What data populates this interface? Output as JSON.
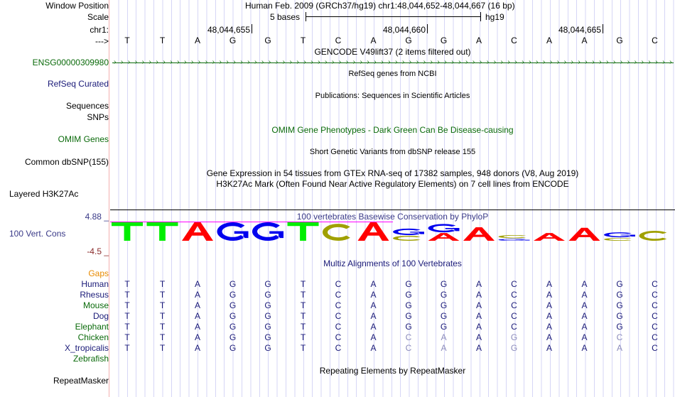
{
  "labels": {
    "window_position": "Window Position",
    "scale": "Scale",
    "chrom": "chr1:",
    "strand": "--->",
    "gene": "ENSG00000309980",
    "refseq": "RefSeq Curated",
    "sequences": "Sequences",
    "snps": "SNPs",
    "omim": "OMIM Genes",
    "dbsnp": "Common dbSNP(155)",
    "h3k27ac": "Layered H3K27Ac",
    "cons": "100 Vert. Cons",
    "cons_max": "4.88 _",
    "cons_min": "-4.5 _",
    "gaps": "Gaps",
    "repeatmasker": "RepeatMasker"
  },
  "header": {
    "position": "Human Feb. 2009 (GRCh37/hg19)   chr1:48,044,652-48,044,667 (16 bp)",
    "scale_text": "5 bases",
    "assembly": "hg19",
    "ticks": [
      "48,044,655",
      "48,044,660",
      "48,044,665"
    ]
  },
  "sequence": [
    "T",
    "T",
    "A",
    "G",
    "G",
    "T",
    "C",
    "A",
    "G",
    "G",
    "A",
    "C",
    "A",
    "A",
    "G",
    "C"
  ],
  "tracks": {
    "gencode": "GENCODE V49lift37 (2 items filtered out)",
    "refseq_genes": "RefSeq genes from NCBI",
    "publications": "Publications: Sequences in Scientific Articles",
    "omim_pheno": "OMIM Gene Phenotypes - Dark Green Can Be Disease-causing",
    "dbsnp": "Short Genetic Variants from dbSNP release 155",
    "gtex": "Gene Expression in 54 tissues from GTEx RNA-seq of 17382 samples, 948 donors (V8, Aug 2019)",
    "h3k27ac": "H3K27Ac Mark (Often Found Near Active Regulatory Elements) on 7 cell lines from ENCODE",
    "phylop": "100 vertebrates Basewise Conservation by PhyloP",
    "multiz": "Multiz Alignments of 100 Vertebrates",
    "repeats": "Repeating Elements by RepeatMasker"
  },
  "conservation_logo": [
    [
      [
        "T",
        1.0
      ]
    ],
    [
      [
        "T",
        1.0
      ]
    ],
    [
      [
        "A",
        1.0
      ]
    ],
    [
      [
        "G",
        1.0
      ]
    ],
    [
      [
        "G",
        1.0
      ]
    ],
    [
      [
        "T",
        1.0
      ]
    ],
    [
      [
        "C",
        0.92
      ]
    ],
    [
      [
        "A",
        1.0
      ]
    ],
    [
      [
        "C",
        0.27
      ],
      [
        "G",
        0.35
      ]
    ],
    [
      [
        "A",
        0.42
      ],
      [
        "G",
        0.45
      ]
    ],
    [
      [
        "A",
        0.73
      ]
    ],
    [
      [
        "G",
        0.1
      ],
      [
        "C",
        0.17
      ]
    ],
    [
      [
        "A",
        0.42
      ]
    ],
    [
      [
        "A",
        0.7
      ]
    ],
    [
      [
        "C",
        0.15
      ],
      [
        "G",
        0.27
      ]
    ],
    [
      [
        "C",
        0.54
      ]
    ]
  ],
  "species": [
    {
      "name": "Human",
      "color": "#1a1a78",
      "seq": "TTAGGTCAGGACAAGC"
    },
    {
      "name": "Rhesus",
      "color": "#1a1a78",
      "seq": "TTAGGTCAGGACAAGC"
    },
    {
      "name": "Mouse",
      "color": "#0a6a0a",
      "seq": "TTAGGTCAGGACAAGC"
    },
    {
      "name": "Dog",
      "color": "#1a1a78",
      "seq": "TTAGGTCAGGACAAGC"
    },
    {
      "name": "Elephant",
      "color": "#0a6a0a",
      "seq": "TTAGGTCAGGACAAGC"
    },
    {
      "name": "Chicken",
      "color": "#0a6a0a",
      "seq": "TTAGGTCACAAGAACC"
    },
    {
      "name": "X_tropicalis",
      "color": "#1a1a78",
      "seq": "TTAGGTCACAAGAAAC"
    },
    {
      "name": "Zebrafish",
      "color": "#0a6a0a",
      "seq": ""
    }
  ],
  "colors": {
    "A": "#ff0000",
    "C": "#a0a000",
    "G": "#0000ee",
    "T": "#00ee00",
    "gene": "#0a6a0a",
    "match": "#1a1a78",
    "mismatch": "#8c8cbc",
    "gaps": "#e88a00",
    "refseq": "#1a1a78",
    "cons_label": "#3a3a88",
    "cons_min": "#8a2a2a",
    "omim": "#0a6a0a",
    "phylop_line": "#ff00ff"
  }
}
